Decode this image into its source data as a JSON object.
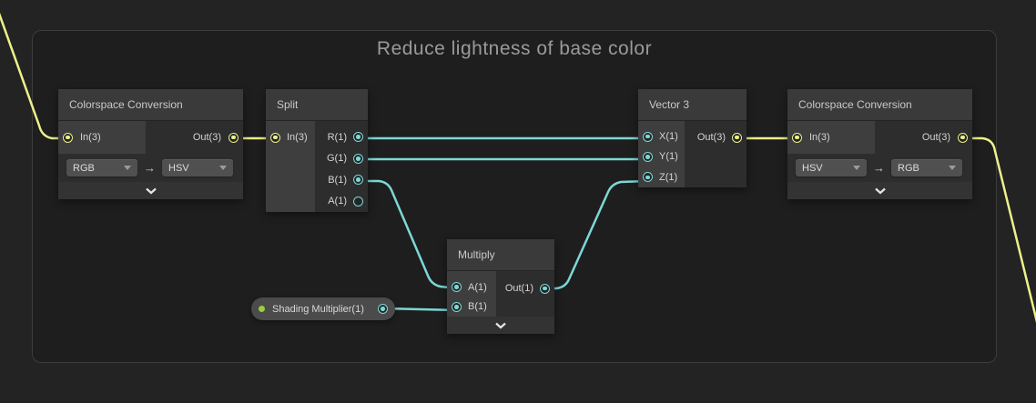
{
  "group": {
    "title": "Reduce lightness of base color"
  },
  "colors": {
    "vector_wire": "#eef08b",
    "scalar_wire": "#7cd8d6",
    "property_dot": "#9ccd3a",
    "canvas_bg": "#232323",
    "frame_bg": "#1e1e1e"
  },
  "nodes": {
    "cc_left": {
      "title": "Colorspace Conversion",
      "in_label": "In(3)",
      "out_label": "Out(3)",
      "from": "RGB",
      "to": "HSV",
      "arrow": "→"
    },
    "split": {
      "title": "Split",
      "in_label": "In(3)",
      "r": "R(1)",
      "g": "G(1)",
      "b": "B(1)",
      "a": "A(1)"
    },
    "multiply": {
      "title": "Multiply",
      "a": "A(1)",
      "b": "B(1)",
      "out_label": "Out(1)"
    },
    "vector3": {
      "title": "Vector 3",
      "x": "X(1)",
      "y": "Y(1)",
      "z": "Z(1)",
      "out_label": "Out(3)"
    },
    "cc_right": {
      "title": "Colorspace Conversion",
      "in_label": "In(3)",
      "out_label": "Out(3)",
      "from": "HSV",
      "to": "RGB",
      "arrow": "→"
    }
  },
  "property_pill": {
    "label": "Shading Multiplier(1)"
  }
}
